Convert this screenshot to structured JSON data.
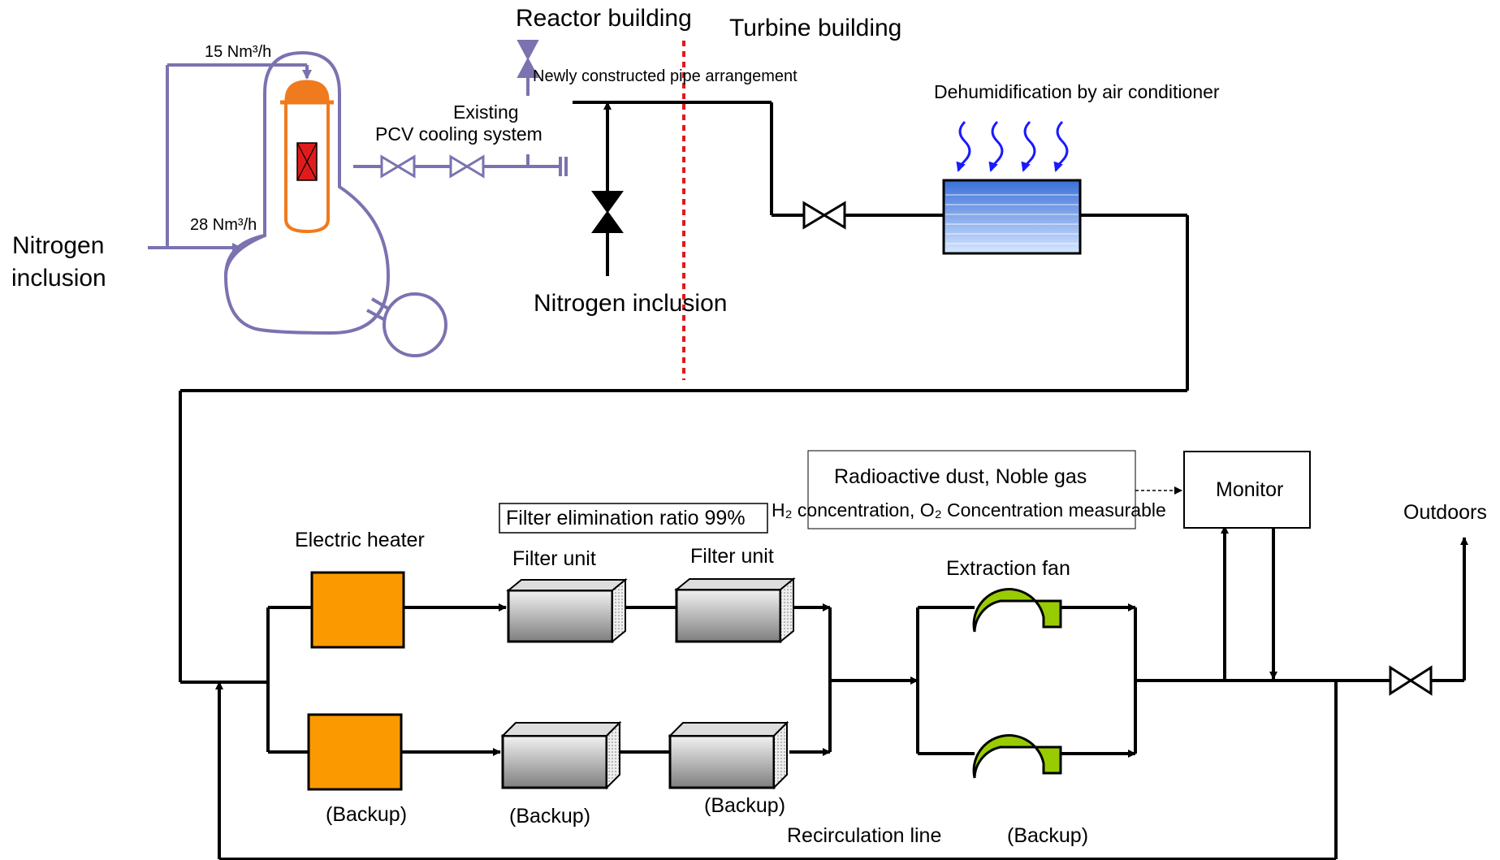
{
  "labels": {
    "reactor_building": "Reactor building",
    "turbine_building": "Turbine building",
    "newly_constructed": "Newly constructed pipe arrangement",
    "flow_15": "15 Nm³/h",
    "flow_28": "28 Nm³/h",
    "existing_1": "Existing",
    "existing_2": "PCV cooling system",
    "nitrogen_inclusion_left_1": "Nitrogen",
    "nitrogen_inclusion_left_2": "inclusion",
    "nitrogen_inclusion_mid": "Nitrogen inclusion",
    "dehumidification": "Dehumidification by air conditioner",
    "radioactive": "Radioactive dust, Noble gas",
    "h2o2": "H₂ concentration, O₂ Concentration  measurable",
    "monitor": "Monitor",
    "outdoors": "Outdoors",
    "filter_ratio": "Filter elimination ratio 99%",
    "electric_heater": "Electric heater",
    "filter_unit_1": "Filter unit",
    "filter_unit_2": "Filter unit",
    "extraction_fan": "Extraction fan",
    "backup_heater": "(Backup)",
    "backup_filter1": "(Backup)",
    "backup_filter2": "(Backup)",
    "backup_fan": "(Backup)",
    "recirculation": "Recirculation line"
  },
  "colors": {
    "pipe": "#000000",
    "vessel": "#7a73b0",
    "reactor": "#f07a1e",
    "core": "#e01b1b",
    "heater": "#fb9a00",
    "fan": "#99cc00",
    "boundary": "#e01b1b",
    "cooler": "#5b8fe0",
    "arrow_blue": "#1a1aff"
  }
}
